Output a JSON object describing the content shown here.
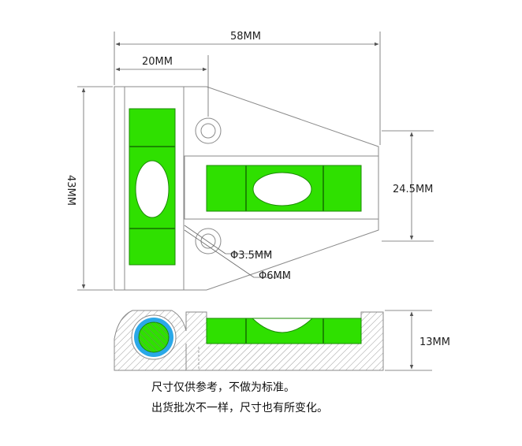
{
  "dimensions": {
    "total_width": "58MM",
    "vial_offset": "20MM",
    "height": "43MM",
    "vial_spacing": "24.5MM",
    "hole_small": "Φ3.5MM",
    "hole_large": "Φ6MM",
    "thickness": "13MM"
  },
  "notes": {
    "line1": "尺寸仅供参考，不做为标准。",
    "line2": "出货批次不一样，尺寸也有所变化。"
  },
  "colors": {
    "vial_green": "#2FE000",
    "vial_green_dark": "#22b800",
    "ring_blue": "#2aa8e8",
    "hatch": "#9a9a9a",
    "outline": "#8a8a8a"
  }
}
